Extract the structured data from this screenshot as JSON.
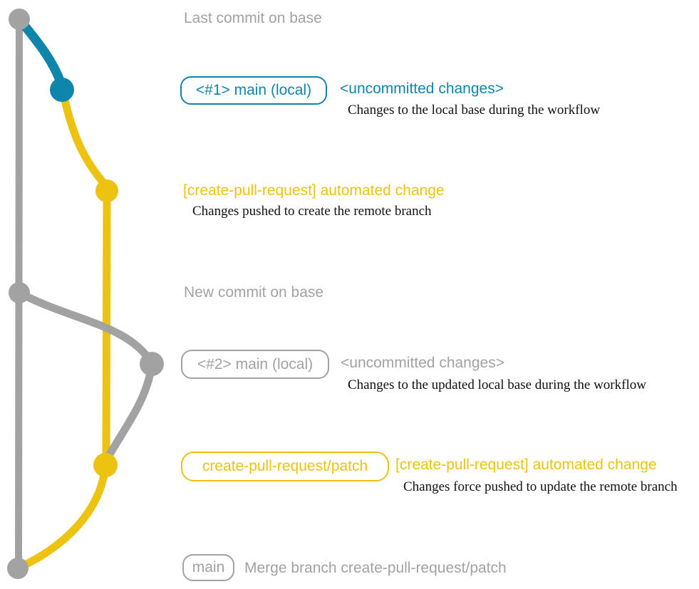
{
  "colors": {
    "gray": "#a2a2a2",
    "blue": "#0e86ab",
    "yellow": "#edc211",
    "black": "#111111",
    "background": "#ffffff"
  },
  "graph": {
    "type": "git-branch-diagram",
    "base_branch_color": "gray",
    "local_changes_branch_color": "blue",
    "pull_request_branch_color": "yellow",
    "labels": {
      "last_commit_on_base": "Last commit on base",
      "new_commit_on_base": "New commit on base"
    }
  },
  "rows": {
    "row1": {
      "branch_tag": "<#1> main (local)",
      "status": "<uncommitted changes>",
      "note": "Changes to the local base during the workflow"
    },
    "row2": {
      "commit_message": "[create-pull-request] automated change",
      "note": "Changes pushed to create the remote branch"
    },
    "row3": {
      "branch_tag": "<#2> main (local)",
      "status": "<uncommitted changes>",
      "note": "Changes to the updated local base during the workflow"
    },
    "row4": {
      "branch_tag": "create-pull-request/patch",
      "commit_message": "[create-pull-request] automated change",
      "note": "Changes force pushed to update the remote branch"
    },
    "row5": {
      "branch_tag": "main",
      "commit_message": "Merge branch create-pull-request/patch"
    }
  }
}
